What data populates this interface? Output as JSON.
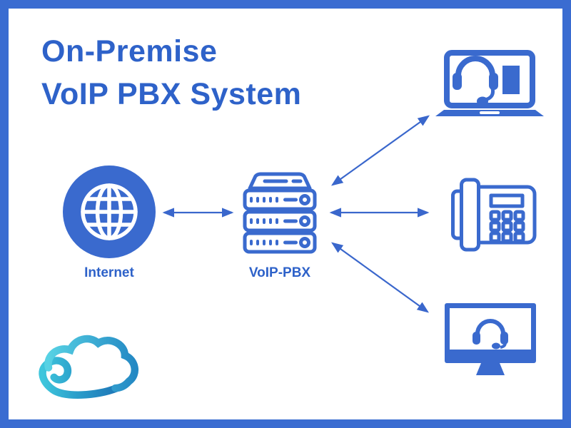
{
  "title": {
    "line1": "On-Premise",
    "line2": "VoIP PBX System"
  },
  "nodes": {
    "internet": {
      "label": "Internet",
      "icon": "globe-icon"
    },
    "pbx": {
      "label": "VoIP-PBX",
      "icon": "server-stack-icon"
    }
  },
  "devices": [
    {
      "name": "laptop-softphone",
      "icon": "laptop-headset-icon"
    },
    {
      "name": "desk-phone",
      "icon": "desk-phone-icon"
    },
    {
      "name": "desktop-softphone",
      "icon": "monitor-headset-icon"
    }
  ],
  "connections": [
    {
      "from": "internet",
      "to": "pbx",
      "bidirectional": true
    },
    {
      "from": "pbx",
      "to": "laptop-softphone",
      "bidirectional": true
    },
    {
      "from": "pbx",
      "to": "desk-phone",
      "bidirectional": true
    },
    {
      "from": "pbx",
      "to": "desktop-softphone",
      "bidirectional": true
    }
  ],
  "logo": {
    "name": "cloud-logo"
  },
  "colors": {
    "accent": "#3a6ace",
    "border": "#3a6cd1",
    "title": "#2e62c9",
    "label": "#2e62c9",
    "arrow": "#3a67cc",
    "cloud_teal": "#3ec6dc",
    "cloud_blue": "#1e77b8",
    "background": "#ffffff"
  }
}
